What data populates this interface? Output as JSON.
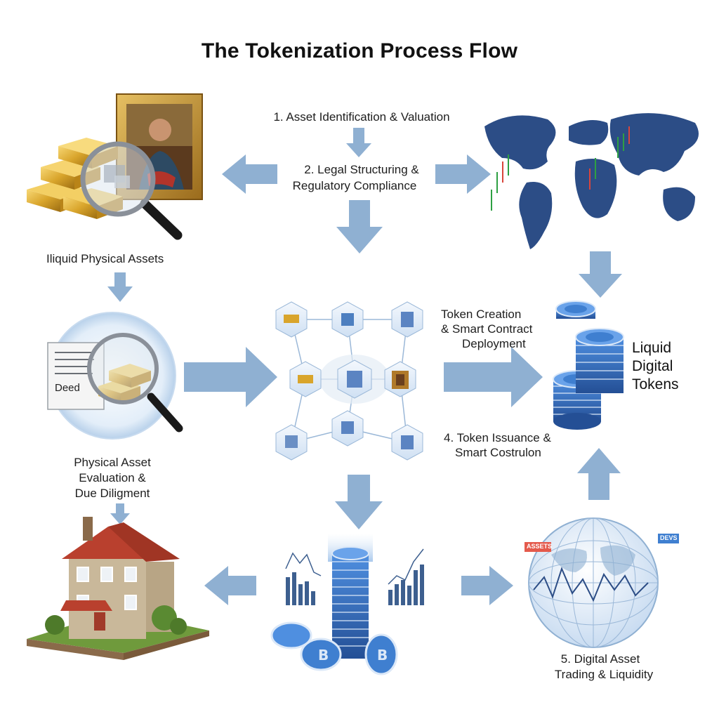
{
  "title": "The Tokenization Process Flow",
  "steps": {
    "step1": "1. Asset Identification & Valuation",
    "step2_line1": "2. Legal Structuring &",
    "step2_line2": "Regulatory Compliance",
    "step3_line1": "Token Creation",
    "step3_line2": "& Smart Contract",
    "step3_line3": "Deployment",
    "step4_line1": "4. Token Issuance &",
    "step4_line2": "Smart Costrulon",
    "step5_line1": "5. Digital Asset",
    "step5_line2": "Trading & Liquidity"
  },
  "labels": {
    "illiquid": "Iliquid Physical Assets",
    "evaluation_line1": "Physical Asset",
    "evaluation_line2": "Evaluation &",
    "evaluation_line3": "Due Diligment",
    "liquid_line1": "Liquid",
    "liquid_line2": "Digital",
    "liquid_line3": "Tokens",
    "deed": "Deed",
    "globe_tag_left": "ASSETS",
    "globe_tag_right": "DEVS"
  },
  "colors": {
    "arrow": "#8fb0d2",
    "map_blue": "#2c4d86",
    "token_blue": "#3f7fd0",
    "gold": "#d9a52c"
  }
}
